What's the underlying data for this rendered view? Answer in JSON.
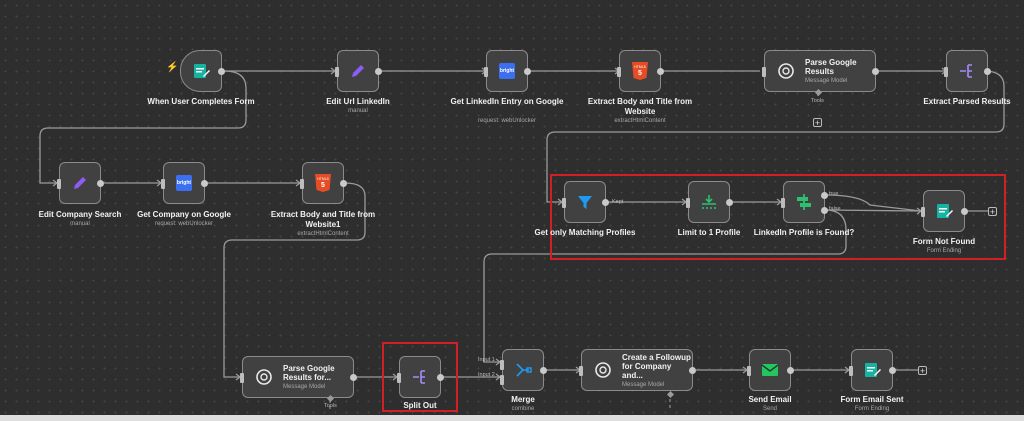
{
  "nodes": {
    "form_trigger": {
      "label": "When User Completes Form",
      "icon": "form-icon"
    },
    "edit_url": {
      "label": "Edit Url LinkedIn",
      "sub": "manual",
      "icon": "pencil-icon"
    },
    "get_linkedin": {
      "label": "Get LinkedIn Entry on Google",
      "sub": "request: webUnlocker",
      "icon": "bright-icon",
      "badge": "bright"
    },
    "extract_body": {
      "label": "Extract Body and Title from Website",
      "sub": "extractHtmlContent",
      "icon": "html5-icon",
      "badge": "HTML5"
    },
    "parse_google": {
      "label": "Parse Google Results",
      "sub": "Message Model",
      "icon": "openai-icon"
    },
    "extract_parsed": {
      "label": "Extract Parsed Results",
      "icon": "split-out-icon"
    },
    "edit_company": {
      "label": "Edit Company Search",
      "sub": "manual",
      "icon": "pencil-icon"
    },
    "get_company": {
      "label": "Get Company on Google",
      "sub": "request: webUnlocker",
      "icon": "bright-icon",
      "badge": "bright"
    },
    "extract_body1": {
      "label": "Extract Body and Title from Website1",
      "sub": "extractHtmlContent",
      "icon": "html5-icon",
      "badge": "HTML5"
    },
    "get_matching": {
      "label": "Get only Matching Profiles",
      "icon": "filter-icon"
    },
    "limit": {
      "label": "Limit to 1 Profile",
      "icon": "limit-icon"
    },
    "linkedin_found": {
      "label": "LinkedIn Profile is Found?",
      "icon": "if-icon"
    },
    "form_not_found": {
      "label": "Form Not Found",
      "sub": "Form Ending",
      "icon": "form-icon"
    },
    "parse_google2": {
      "label": "Parse Google Results for...",
      "sub": "Message Model",
      "icon": "openai-icon"
    },
    "split_out": {
      "label": "Split Out",
      "icon": "split-out-icon"
    },
    "merge": {
      "label": "Merge",
      "sub": "combine",
      "icon": "merge-icon"
    },
    "followup": {
      "label": "Create a Followup for Company and...",
      "sub": "Message Model",
      "icon": "openai-icon"
    },
    "send_email": {
      "label": "Send Email",
      "sub": "Send",
      "icon": "email-icon"
    },
    "form_email_sent": {
      "label": "Form Email Sent",
      "sub": "Form Ending",
      "icon": "form-icon"
    }
  },
  "ports": {
    "kept": "Kept",
    "true": "true",
    "false": "false",
    "input1": "Input 1",
    "input2": "Input 2",
    "tools": "Tools"
  },
  "colors": {
    "accent_red": "#d21f26",
    "form_teal": "#16b3a3",
    "pencil_purple": "#8b5cf6",
    "filter_blue": "#1e9bf0",
    "limit_green": "#2fbf71",
    "email_green": "#22c55e",
    "html5_orange": "#e44d26"
  }
}
